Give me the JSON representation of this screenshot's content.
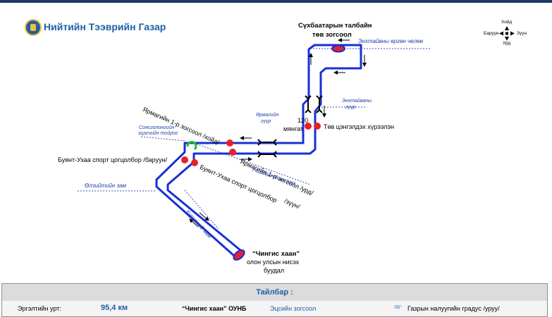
{
  "header": {
    "title": "Нийтийн Тээврийн Газар"
  },
  "compass": {
    "north": "Хойд",
    "south": "Урд",
    "west": "Баруун",
    "east": "Зүүн"
  },
  "labels": {
    "sukhbaatar_square": "Сүхбаатарын талбайн",
    "central_stop": "төв зогсоол",
    "enkhtaivan_avenue": "Энхтайвны өргөн чөлөө",
    "enkhtaivan_bridge_1": "Энхтайваны",
    "enkhtaivan_bridge_2": "гүүр",
    "yarmag_bridge_1": "Ярмагийн",
    "yarmag_bridge_2": "гүүр",
    "central_post_office": "Төв цэнгэлдэх хүрээлэн",
    "school_120_1": "120",
    "school_120_2": "мянгат",
    "yarmag_stop_north": "Ярмагийн 1-р зогсоол /хойд/",
    "sonsgolon_junction_1": "Сонсголонгийн",
    "sonsgolon_junction_2": "эцэгчийн тойрог",
    "buyant_ukhaa_west": "Буянт-Ухаа спорт цогцолбор /баруун/",
    "yarmag_stop_south": "Ярмагийн 1-р зогсоол /урд/",
    "naadamchdyn_road": "Наадамчдын зам",
    "buyant_ukhaa_east_1": "Буянт-Ухаа спорт цогцолбор",
    "buyant_ukhaa_east_2": "/зүүн/",
    "olziit_road": "Өлзийтийн зам",
    "khuree_road": "Хүрээний зам",
    "airport_1": "“Чингис хаан”",
    "airport_2": "олон улсын нисэх",
    "airport_3": "буудал"
  },
  "legend": {
    "title": "Тайлбар :",
    "route_length_label": "Эргэлтийн урт:",
    "route_length_value": "95,4 км",
    "airport_symbol_label": "“Чингис хаан” ОУНБ",
    "stop_symbol_label": "Эцсийн зогсоол",
    "slope_symbol_value": "/35°",
    "slope_symbol_label": "Газрын налуугийн градус /уруу/"
  },
  "colors": {
    "route": "#1a2fd6",
    "stop": "#e8202a",
    "road": "#3a4fb0",
    "text_accent": "#1f5fa8"
  }
}
